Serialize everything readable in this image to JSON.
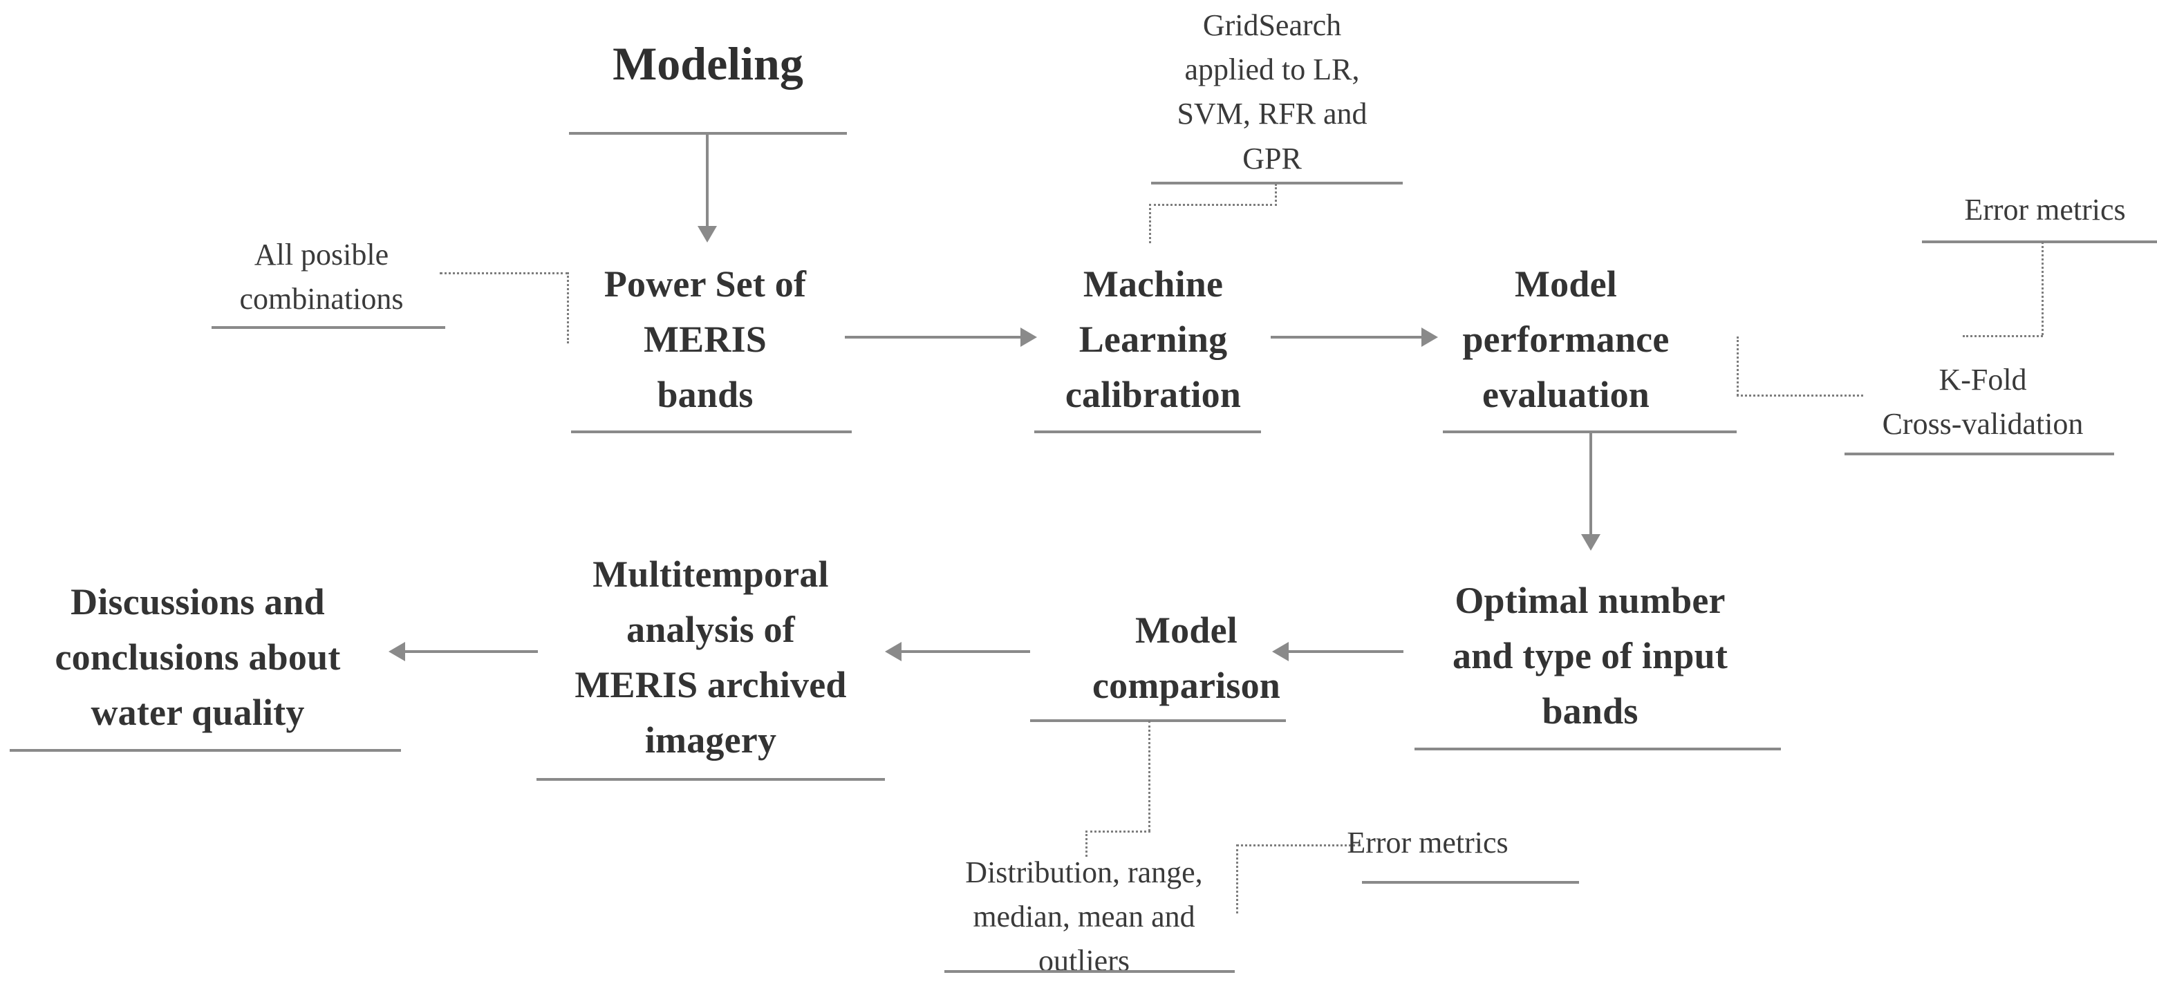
{
  "diagram": {
    "title": "Modeling",
    "nodes": {
      "power_set": "Power Set of\nMERIS\nbands",
      "ml_calibration": "Machine\nLearning\ncalibration",
      "model_eval": "Model\nperformance\nevaluation",
      "optimal_bands": "Optimal number\nand type of input\nbands",
      "model_comparison": "Model\ncomparison",
      "multitemporal": "Multitemporal\nanalysis of\nMERIS archived\nimagery",
      "discussions": "Discussions and\nconclusions about\nwater quality"
    },
    "annotations": {
      "all_combinations": "All posible\ncombinations",
      "gridsearch": "GridSearch\napplied to LR,\nSVM, RFR and\nGPR",
      "error_metrics_top": "Error metrics",
      "kfold": "K-Fold\nCross-validation",
      "distribution_stats": "Distribution, range,\nmedian, mean and\noutliers",
      "error_metrics_bottom": "Error metrics"
    },
    "colors": {
      "text": "#333333",
      "rule": "#8a8a8a",
      "dotted": "#7d7d7d",
      "background": "#ffffff"
    }
  }
}
